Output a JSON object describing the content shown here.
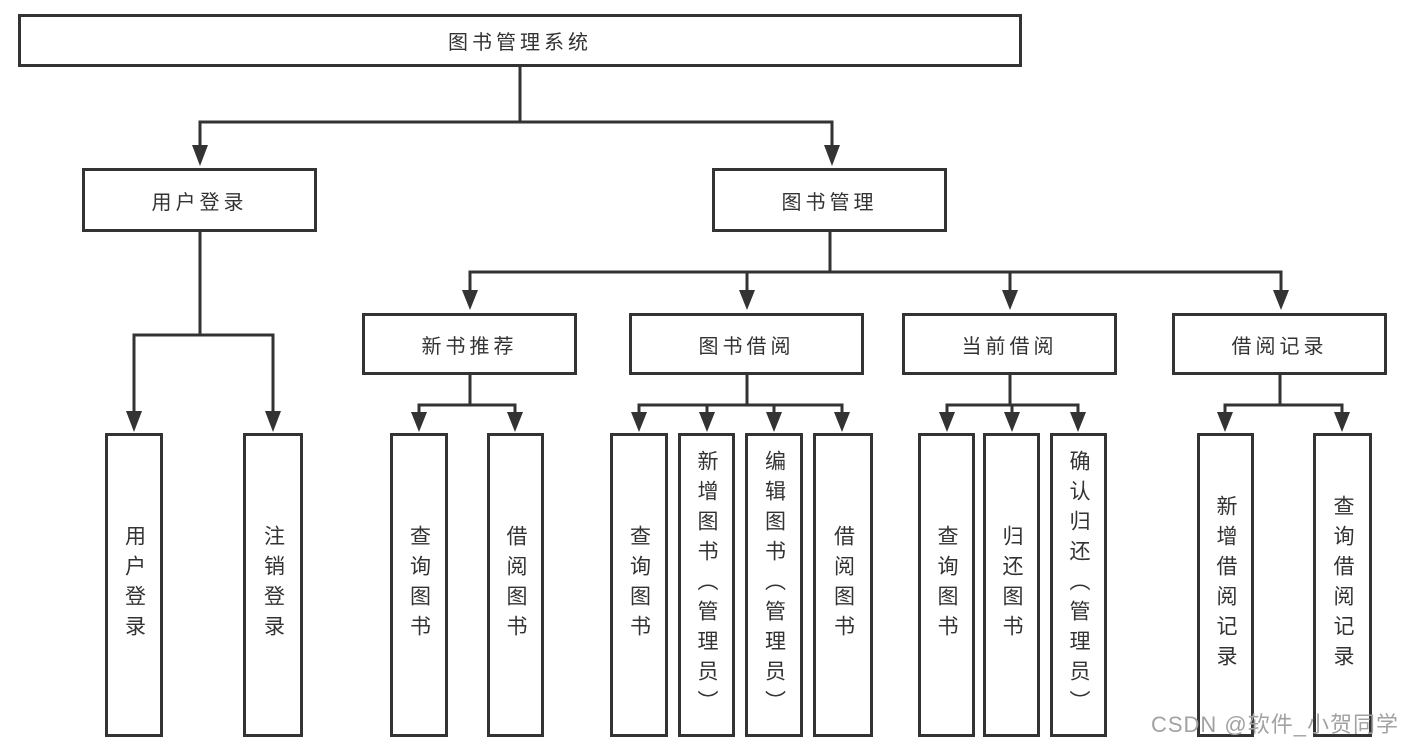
{
  "diagram": {
    "root": {
      "label": "图书管理系统"
    },
    "branches": [
      {
        "label": "用户登录",
        "children": [
          {
            "label": "用户登录"
          },
          {
            "label": "注销登录"
          }
        ]
      },
      {
        "label": "图书管理",
        "groups": [
          {
            "label": "新书推荐",
            "children": [
              {
                "label": "查询图书"
              },
              {
                "label": "借阅图书"
              }
            ]
          },
          {
            "label": "图书借阅",
            "children": [
              {
                "label": "查询图书"
              },
              {
                "label": "新增图书（管理员）"
              },
              {
                "label": "编辑图书（管理员）"
              },
              {
                "label": "借阅图书"
              }
            ]
          },
          {
            "label": "当前借阅",
            "children": [
              {
                "label": "查询图书"
              },
              {
                "label": "归还图书"
              },
              {
                "label": "确认归还（管理员）"
              }
            ]
          },
          {
            "label": "借阅记录",
            "children": [
              {
                "label": "新增借阅记录"
              },
              {
                "label": "查询借阅记录"
              }
            ]
          }
        ]
      }
    ]
  },
  "watermark": "CSDN @软件_小贺同学",
  "colors": {
    "line": "#333333",
    "box_border": "#333333",
    "text": "#333333",
    "background": "#ffffff",
    "watermark": "#a2a2a2"
  }
}
